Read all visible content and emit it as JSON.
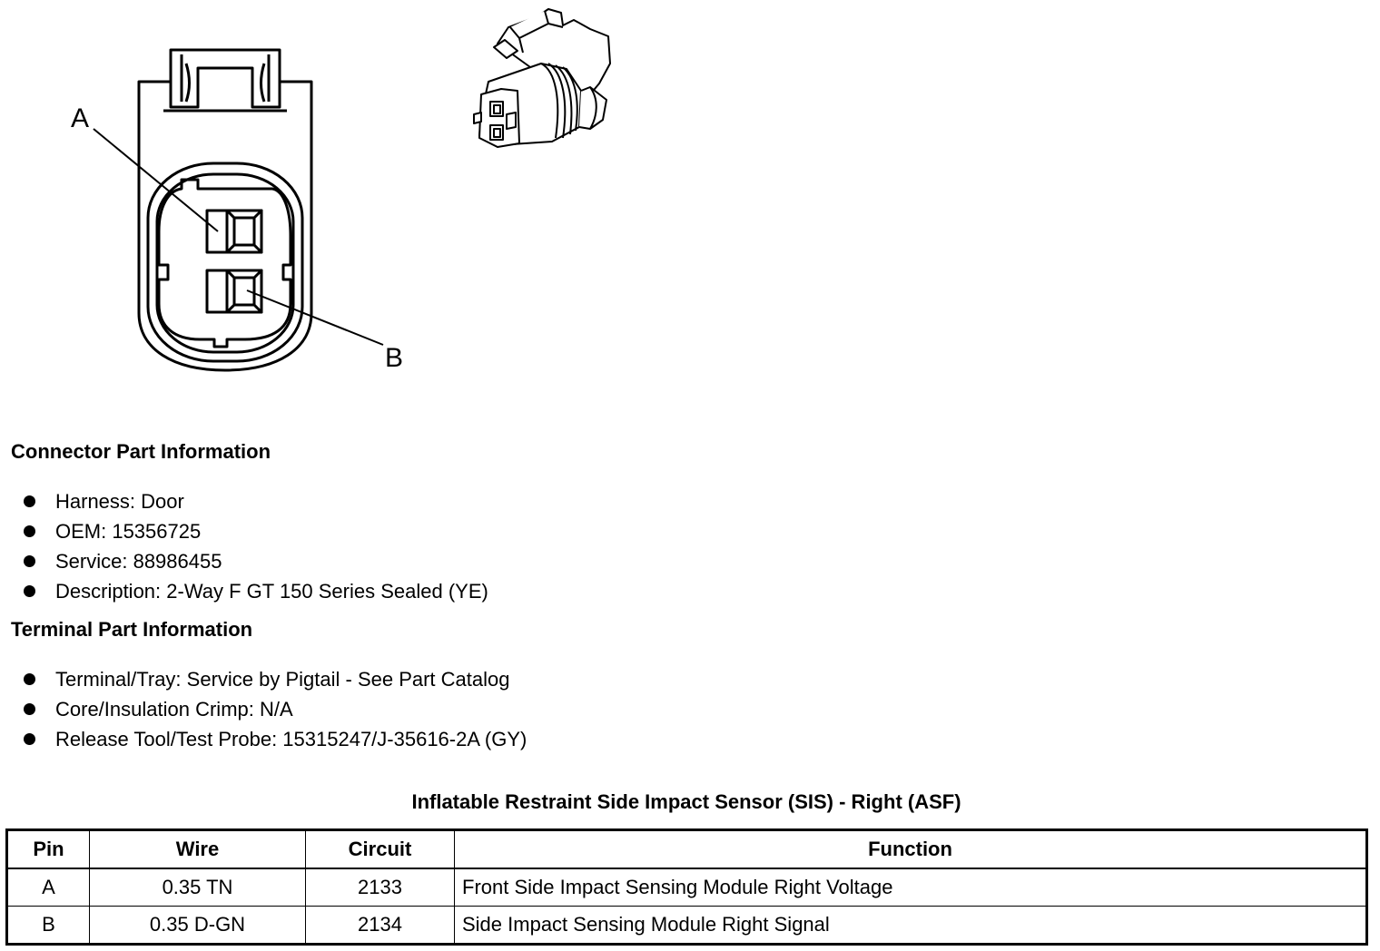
{
  "diagram": {
    "pin_labels": [
      "A",
      "B"
    ]
  },
  "connector_info": {
    "heading": "Connector Part Information",
    "items": [
      "Harness: Door",
      "OEM: 15356725",
      "Service: 88986455",
      "Description: 2-Way F GT 150 Series Sealed (YE)"
    ]
  },
  "terminal_info": {
    "heading": "Terminal Part Information",
    "items": [
      "Terminal/Tray: Service by Pigtail - See Part Catalog",
      "Core/Insulation Crimp: N/A",
      "Release Tool/Test Probe: 15315247/J-35616-2A (GY)"
    ]
  },
  "table": {
    "title": "Inflatable Restraint Side Impact Sensor (SIS) - Right (ASF)",
    "headers": [
      "Pin",
      "Wire",
      "Circuit",
      "Function"
    ],
    "rows": [
      [
        "A",
        "0.35 TN",
        "2133",
        "Front Side Impact Sensing Module Right Voltage"
      ],
      [
        "B",
        "0.35 D-GN",
        "2134",
        "Side Impact Sensing Module Right Signal"
      ]
    ]
  }
}
